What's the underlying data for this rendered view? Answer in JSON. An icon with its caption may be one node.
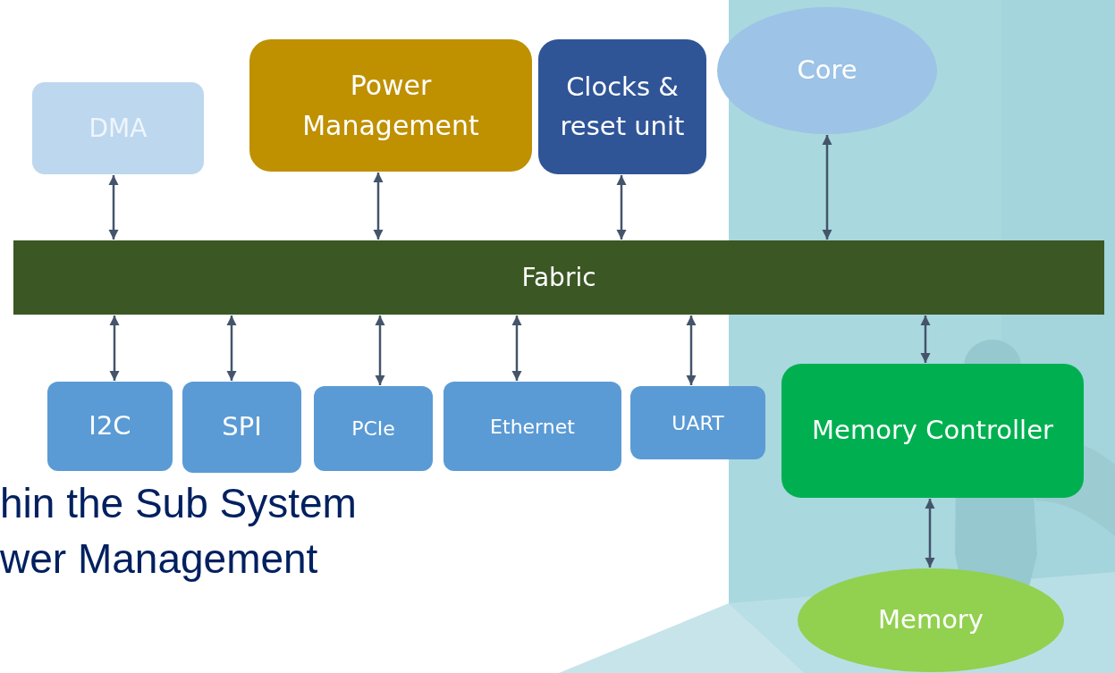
{
  "diagram": {
    "nodes": [
      {
        "text": [
          "DMA"
        ]
      },
      {
        "text": [
          "Power Management"
        ]
      },
      {
        "text": [
          "Clocks & reset unit"
        ]
      },
      {
        "text": [
          "Core"
        ]
      },
      {
        "text": [
          "Fabric"
        ]
      },
      {
        "text": [
          "I2C"
        ]
      },
      {
        "text": [
          "SPI"
        ]
      },
      {
        "text": [
          "PCIe"
        ]
      },
      {
        "text": [
          "Ethernet"
        ]
      },
      {
        "text": [
          "UART"
        ]
      },
      {
        "text": [
          "Memory Controller"
        ]
      },
      {
        "text": [
          "Memory"
        ]
      }
    ],
    "edges": [
      {
        "from": 0,
        "to": 4,
        "arrow": "both"
      },
      {
        "from": 1,
        "to": 4,
        "arrow": "both"
      },
      {
        "from": 2,
        "to": 4,
        "arrow": "both"
      },
      {
        "from": 3,
        "to": 4,
        "arrow": "both"
      },
      {
        "from": 4,
        "to": 5,
        "arrow": "both"
      },
      {
        "from": 4,
        "to": 6,
        "arrow": "both"
      },
      {
        "from": 4,
        "to": 7,
        "arrow": "both"
      },
      {
        "from": 4,
        "to": 8,
        "arrow": "both"
      },
      {
        "from": 4,
        "to": 9,
        "arrow": "both"
      },
      {
        "from": 4,
        "to": 10,
        "arrow": "both"
      },
      {
        "from": 10,
        "to": 11,
        "arrow": "both"
      }
    ],
    "labels": [
      "hin the Sub System",
      "wer Management"
    ]
  }
}
